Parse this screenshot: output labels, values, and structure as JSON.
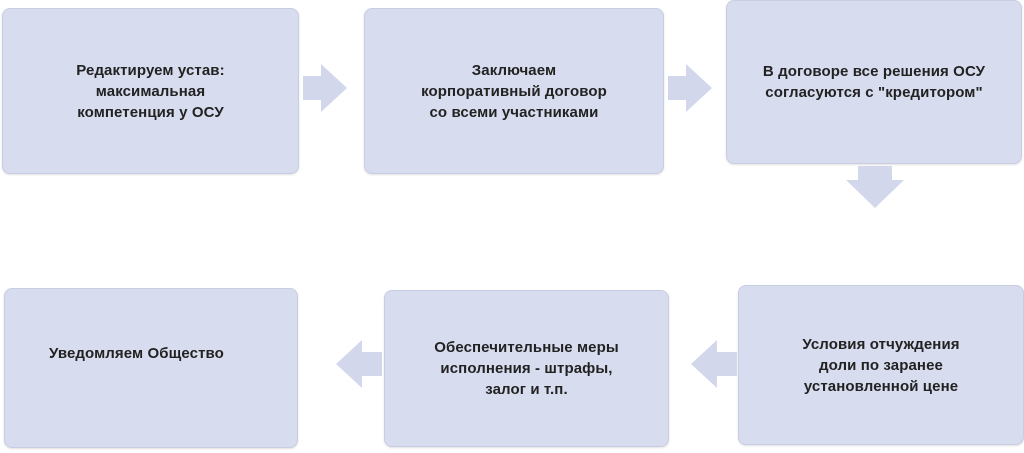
{
  "colors": {
    "box_fill": "#d8dcef",
    "arrow_fill": "#d3d7ec",
    "text": "#222222"
  },
  "steps": [
    {
      "text": "Редактируем устав:\nмаксимальная\nкомпетенция у ОСУ"
    },
    {
      "text": "Заключаем\nкорпоративный договор\nсо всеми участниками"
    },
    {
      "text": "В договоре все решения ОСУ\nсогласуются с \"кредитором\""
    },
    {
      "text": "Условия отчуждения\nдоли по заранее\nустановленной цене"
    },
    {
      "text": "Обеспечительные меры\nисполнения - штрафы,\nзалог и т.п."
    },
    {
      "text": "Уведомляем Общество"
    }
  ]
}
